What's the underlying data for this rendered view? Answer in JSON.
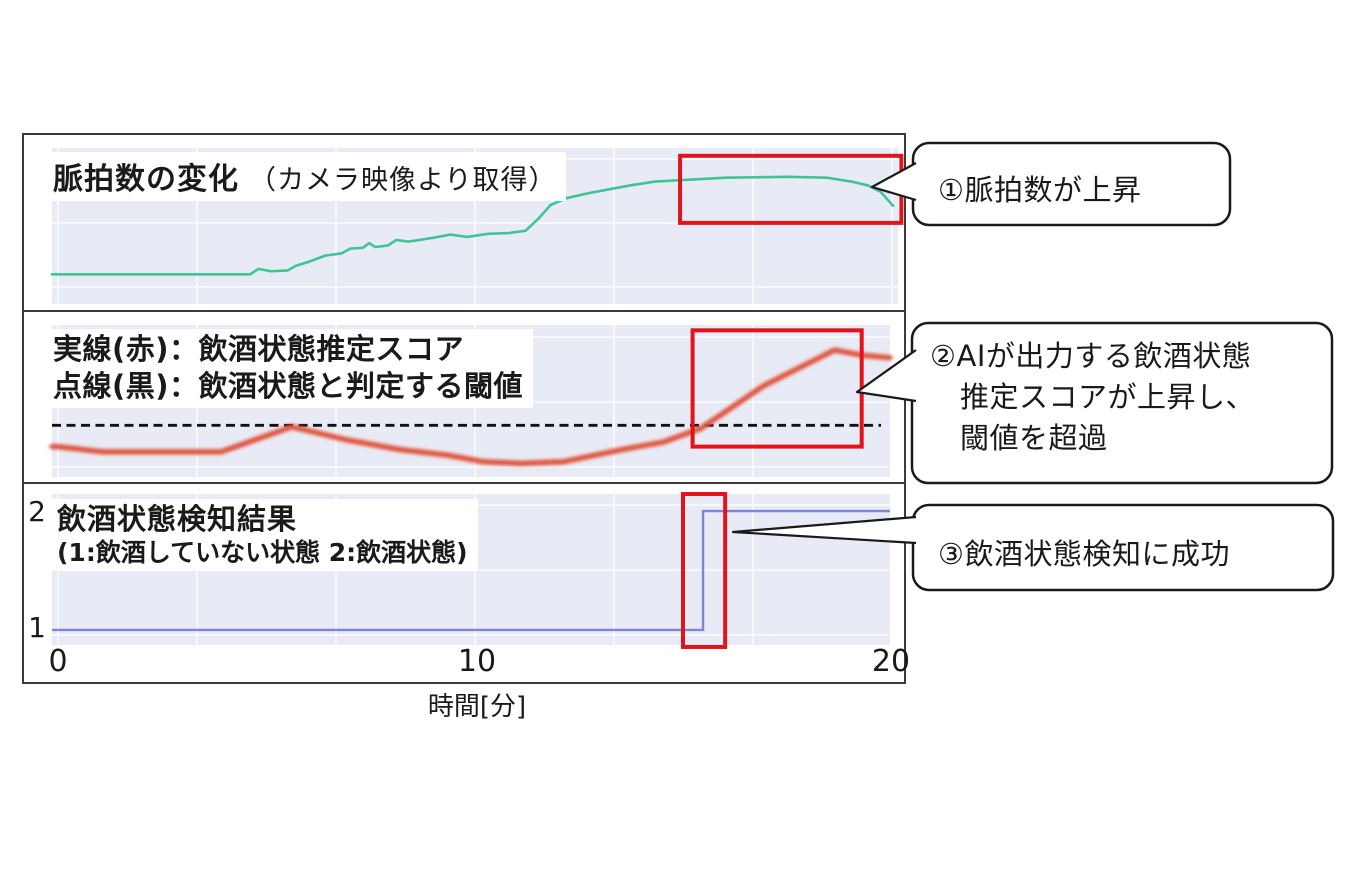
{
  "figure": {
    "xlabel": "時間[分]",
    "x_ticks": [
      "0",
      "10",
      "20"
    ],
    "panels": [
      {
        "id": "pulse",
        "title_bold": "脈拍数の変化",
        "title_light": "（カメラ映像より取得）"
      },
      {
        "id": "score",
        "legend_line1": "実線(赤)：飲酒状態推定スコア",
        "legend_line2": "点線(黒)：飲酒状態と判定する閾値"
      },
      {
        "id": "result",
        "title": "飲酒状態検知結果",
        "subtitle": "(1:飲酒していない状態 2:飲酒状態)",
        "y_ticks": [
          "2",
          "1"
        ]
      }
    ]
  },
  "callouts": [
    {
      "label": "①脈拍数が上昇"
    },
    {
      "lines": [
        "②AIが出力する飲酒状態",
        "推定スコアが上昇し、",
        "閾値を超過"
      ]
    },
    {
      "label": "③飲酒状態検知に成功"
    }
  ],
  "colors": {
    "pulse_line": "#3fc494",
    "score_line": "#e0543e",
    "threshold_line": "#111111",
    "result_line": "#7e84d6",
    "highlight_box": "#e1141c",
    "plot_bg": "#e8ebf5",
    "grid": "#f7f8fc",
    "panel_border": "#3c3c3c",
    "bubble_border": "#1a1a1a",
    "text": "#1a1a1a"
  },
  "chart_data": [
    {
      "panel": "pulse",
      "type": "line",
      "title": "脈拍数の変化（カメラ映像より取得）",
      "x_range": [
        0,
        20
      ],
      "xlabel": "時間[分]",
      "y_axis": "relative pulse rate (unlabeled, normalized 0-1)",
      "grid": true,
      "series": [
        {
          "name": "脈拍数",
          "color": "#3fc494",
          "points": [
            [
              0,
              0.19
            ],
            [
              4.6,
              0.19
            ],
            [
              4.8,
              0.225
            ],
            [
              5.1,
              0.21
            ],
            [
              5.5,
              0.215
            ],
            [
              5.7,
              0.245
            ],
            [
              6.0,
              0.27
            ],
            [
              6.4,
              0.31
            ],
            [
              6.8,
              0.325
            ],
            [
              7.0,
              0.355
            ],
            [
              7.3,
              0.36
            ],
            [
              7.45,
              0.39
            ],
            [
              7.6,
              0.365
            ],
            [
              7.9,
              0.375
            ],
            [
              8.1,
              0.41
            ],
            [
              8.4,
              0.4
            ],
            [
              9.0,
              0.425
            ],
            [
              9.4,
              0.445
            ],
            [
              9.8,
              0.43
            ],
            [
              10.3,
              0.45
            ],
            [
              10.8,
              0.455
            ],
            [
              11.2,
              0.47
            ],
            [
              11.5,
              0.545
            ],
            [
              11.8,
              0.635
            ],
            [
              12.2,
              0.68
            ],
            [
              12.7,
              0.71
            ],
            [
              13.2,
              0.735
            ],
            [
              13.7,
              0.76
            ],
            [
              14.3,
              0.785
            ],
            [
              15.0,
              0.795
            ],
            [
              16.0,
              0.81
            ],
            [
              17.5,
              0.815
            ],
            [
              18.4,
              0.81
            ],
            [
              19.0,
              0.785
            ],
            [
              19.4,
              0.76
            ],
            [
              19.7,
              0.72
            ],
            [
              19.9,
              0.66
            ],
            [
              20.0,
              0.63
            ]
          ]
        }
      ],
      "highlight_box": {
        "t": [
          14.9,
          20.2
        ],
        "v": [
          0.52,
          0.95
        ]
      },
      "annotation": "①脈拍数が上昇"
    },
    {
      "panel": "score",
      "type": "line",
      "x_range": [
        0,
        20
      ],
      "y_axis": "drunk-state estimation score (unlabeled, normalized 0-1)",
      "grid": true,
      "series": [
        {
          "name": "飲酒状態推定スコア",
          "color": "#e0543e",
          "points": [
            [
              0,
              0.2
            ],
            [
              1.1,
              0.165
            ],
            [
              2.5,
              0.165
            ],
            [
              3.9,
              0.165
            ],
            [
              5.6,
              0.33
            ],
            [
              6.9,
              0.245
            ],
            [
              8.2,
              0.18
            ],
            [
              9.3,
              0.145
            ],
            [
              10.2,
              0.1
            ],
            [
              11.1,
              0.09
            ],
            [
              12.1,
              0.1
            ],
            [
              13.5,
              0.18
            ],
            [
              14.5,
              0.23
            ],
            [
              15.4,
              0.32
            ],
            [
              16.9,
              0.6
            ],
            [
              18.6,
              0.835
            ],
            [
              19.3,
              0.8
            ],
            [
              20,
              0.785
            ]
          ]
        }
      ],
      "threshold": {
        "name": "飲酒状態と判定する閾値",
        "value": 0.34,
        "style": "dashed",
        "color": "#111111"
      },
      "highlight_box": {
        "t": [
          15.2,
          19.25
        ],
        "v": [
          0.2,
          0.965
        ]
      },
      "annotation": "②AIが出力する飲酒状態推定スコアが上昇し、閾値を超過"
    },
    {
      "panel": "result",
      "type": "step",
      "x_range": [
        0,
        20
      ],
      "ylim": [
        1,
        2
      ],
      "y_ticks": [
        2,
        1
      ],
      "grid": true,
      "series": [
        {
          "name": "飲酒状態検知結果",
          "color": "#7e84d6",
          "points": [
            [
              0,
              1
            ],
            [
              15.45,
              1
            ],
            [
              15.45,
              2
            ],
            [
              20,
              2
            ]
          ]
        }
      ],
      "highlight_box": {
        "t": [
          14.97,
          15.98
        ],
        "v": [
          -0.013,
          1.0
        ]
      },
      "annotation": "③飲酒状態検知に成功"
    }
  ]
}
